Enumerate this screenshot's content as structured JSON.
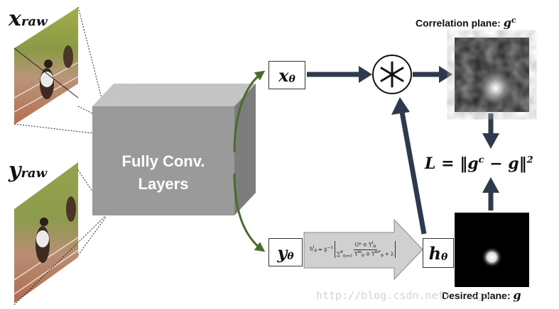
{
  "inputs": {
    "x_raw": {
      "symbol": "x",
      "subscript": "raw"
    },
    "y_raw": {
      "symbol": "y",
      "subscript": "raw"
    }
  },
  "network": {
    "label_line1": "Fully Conv.",
    "label_line2": "Layers"
  },
  "features": {
    "x_theta": {
      "symbol": "x",
      "subscript": "θ"
    },
    "y_theta": {
      "symbol": "y",
      "subscript": "θ"
    },
    "h_theta": {
      "symbol": "h",
      "subscript": "θ"
    }
  },
  "operator": {
    "symbol": "∗"
  },
  "correlation_plane": {
    "caption_text": "Correlation plane: ",
    "caption_symbol": "g",
    "caption_sup": "c"
  },
  "desired_plane": {
    "caption_text": "Desired plane: ",
    "caption_symbol": "g"
  },
  "loss": {
    "text": "L = ‖g",
    "sup1": "c",
    "middle": " − g‖",
    "sup2": "2"
  },
  "filter_formula": {
    "lhs": "h",
    "lhs_sup": "l",
    "lhs_sub": "θ",
    "op": "= 𝔉",
    "op_sup": "−1",
    "numerator": "G* ⊙ Y",
    "numerator_sup": "l",
    "numerator_sub": "θ",
    "denominator": "∑",
    "denominator_sup": "d",
    "denominator_sub": "m=1",
    "denominator_rest": " Y",
    "denominator_rest_sup": "m",
    "denominator_rest_sub": "θ",
    "denominator_rest2": " ⊙ Y",
    "denominator_rest2_sup": "m*",
    "denominator_rest2_sub": "θ",
    "denominator_tail": " + λ"
  },
  "watermark": "http://blog.csdn.net/....go",
  "colors": {
    "arrow_dark": "#2d3a4e",
    "arrow_green": "#4a6a2e",
    "cube_front": "#9a9a9a",
    "cube_top": "#c4c4c4",
    "cube_side": "#7d7d7d",
    "wedge": "#d0d0d0"
  }
}
